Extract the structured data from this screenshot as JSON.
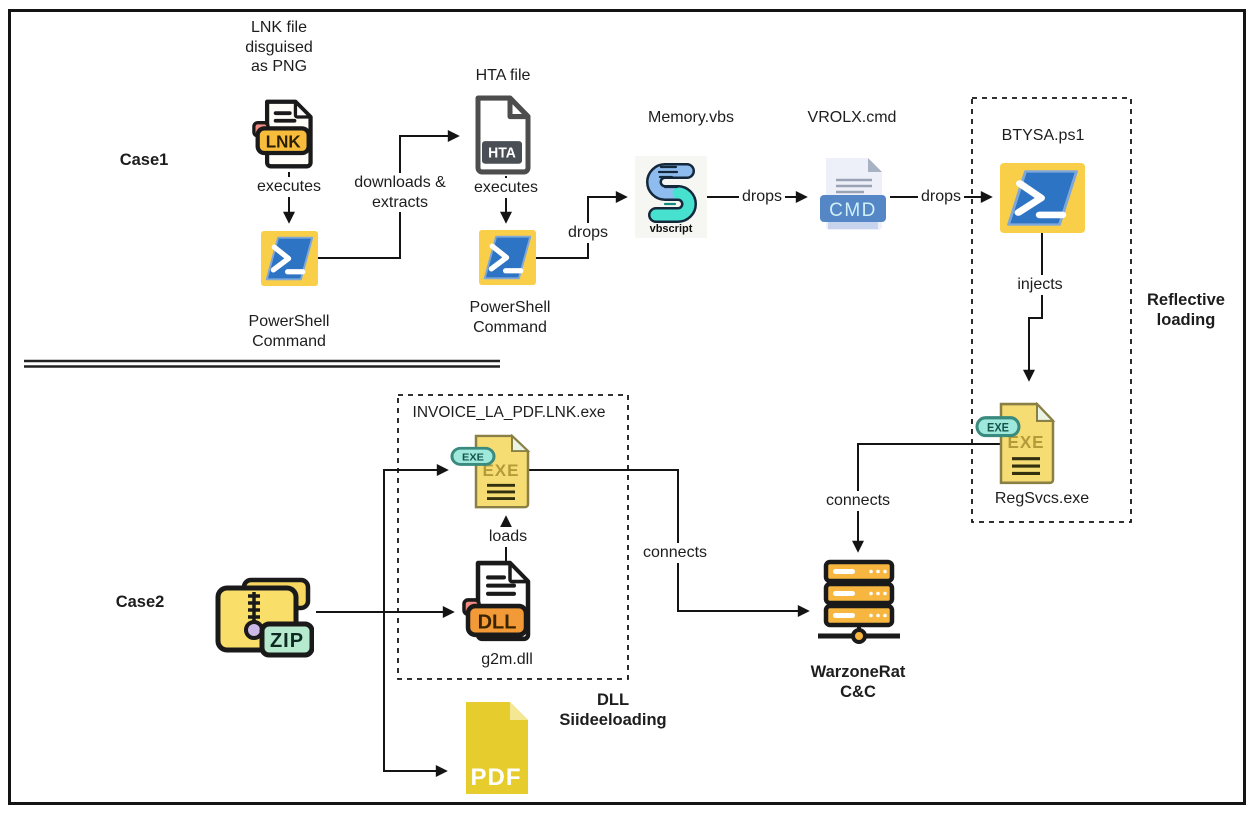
{
  "case1": {
    "label": "Case1",
    "lnk_file_caption": "LNK file\ndisguised\nas PNG",
    "executes_lnk": "executes",
    "powershell1": "PowerShell\nCommand",
    "downloads_extracts": "downloads &\nextracts",
    "hta_file": "HTA file",
    "executes_hta": "executes",
    "powershell2": "PowerShell\nCommand",
    "drops_vbs": "drops",
    "memory_vbs": "Memory.vbs",
    "drops_cmd": "drops",
    "vrolx_cmd": "VROLX.cmd",
    "drops_ps1": "drops",
    "btysa_ps1": "BTYSA.ps1",
    "injects": "injects",
    "regsvcs_exe": "RegSvcs.exe",
    "reflective_loading": "Reflective\nloading"
  },
  "case2": {
    "label": "Case2",
    "invoice_box": "INVOICE_LA_PDF.LNK.exe",
    "loads": "loads",
    "g2m_dll": "g2m.dll",
    "dll_sideloading": "DLL\nSiideeloading"
  },
  "c2_server": {
    "connects_case2": "connects",
    "connects_regsvcs": "connects",
    "warzonerat_cc": "WarzoneRat\nC&C"
  },
  "icon_text": {
    "lnk": "LNK",
    "hta": "HTA",
    "vbscript": "vbscript",
    "cmd": "CMD",
    "exe_badge": "EXE",
    "exe_doc": "EXE",
    "dll": "DLL",
    "zip": "ZIP",
    "pdf": "PDF"
  },
  "colors": {
    "powershell_bg": "#F9CF4A",
    "powershell_blue": "#2E74C4",
    "lnk_banner": "#F7BC3B",
    "dll_banner": "#F29A38",
    "accent_tab": "#F28B82",
    "exe_doc": "#F5DD74",
    "exe_badge": "#9FE8DC",
    "cmd_banner": "#5586C6",
    "vbscript_teal": "#47E2CF",
    "vbscript_blue": "#8FBCEE",
    "zip_badge": "#B6EACF",
    "folder_yellow": "#F9DE6A",
    "pdf_yellow": "#E7CC2E",
    "server_yellow": "#F6B63F",
    "line": "#1a1a1a"
  }
}
